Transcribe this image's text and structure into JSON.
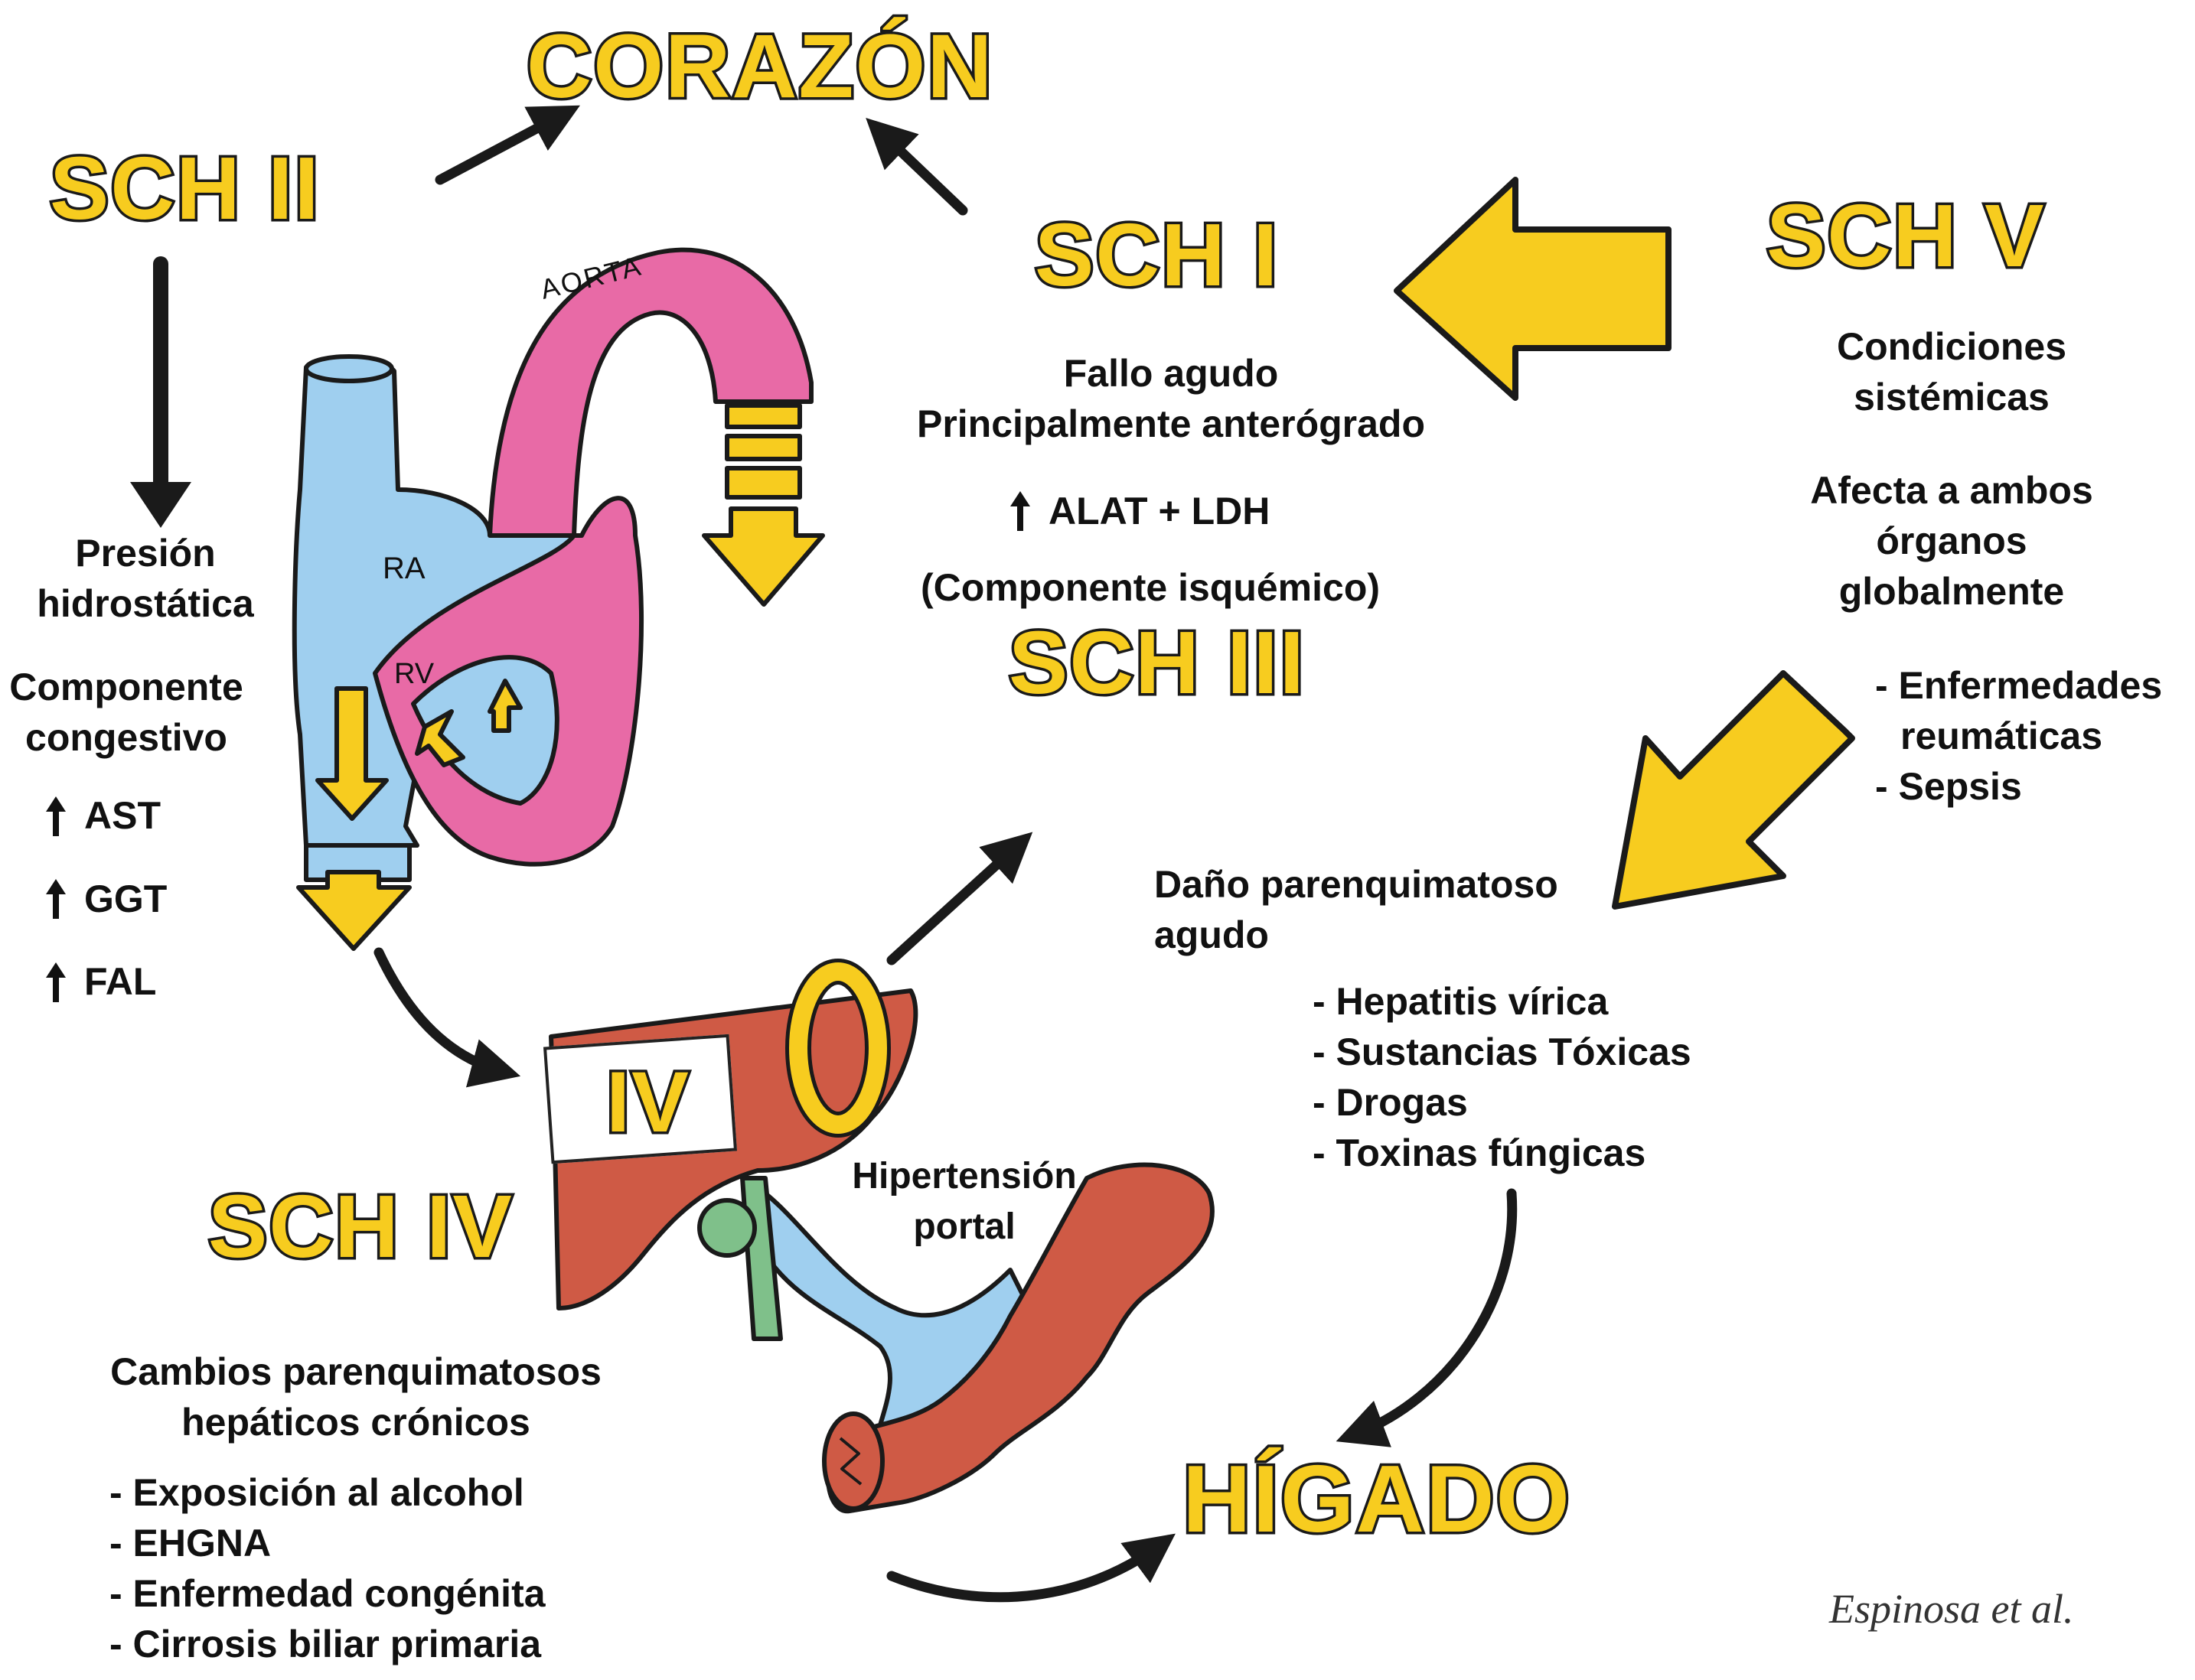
{
  "nodes": {
    "corazon": "CORAZÓN",
    "higado": "HÍGADO",
    "sch_i": "SCH I",
    "sch_ii": "SCH II",
    "sch_iii": "SCH III",
    "sch_iv": "SCH IV",
    "sch_v": "SCH V"
  },
  "heart_labels": {
    "aorta": "AORTA",
    "ra": "RA",
    "rv": "RV"
  },
  "liver_box_label": "IV",
  "sch_ii": {
    "line1": "Presión",
    "line2": "hidrostática",
    "comp1": "Componente",
    "comp2": "congestivo",
    "markers": [
      "AST",
      "GGT",
      "FAL"
    ]
  },
  "sch_i": {
    "line1": "Fallo agudo",
    "line2": "Principalmente anterógrado",
    "marker": "ALAT + LDH",
    "note": "(Componente isquémico)"
  },
  "sch_v": {
    "l1": "Condiciones",
    "l2": "sistémicas",
    "l3": "Afecta a ambos",
    "l4": "órganos",
    "l5": "globalmente",
    "list": [
      "- Enfermedades",
      "reumáticas",
      "- Sepsis"
    ]
  },
  "sch_iii": {
    "l1": "Daño parenquimatoso",
    "l2": "agudo",
    "list": [
      "- Hepatitis vírica",
      "- Sustancias Tóxicas",
      "- Drogas",
      "- Toxinas fúngicas"
    ]
  },
  "portal": {
    "l1": "Hipertensión",
    "l2": "portal"
  },
  "sch_iv": {
    "l1": "Cambios parenquimatosos",
    "l2": "hepáticos crónicos",
    "list": [
      "- Exposición al alcohol",
      "- EHGNA",
      "- Enfermedad congénita",
      "- Cirrosis biliar primaria"
    ]
  },
  "credit": "Espinosa et al.",
  "colors": {
    "yellow": "#f7cc1f",
    "blue": "#9fcfef",
    "pink": "#e86aa6",
    "liver": "#cf5a45",
    "green": "#7fc08a",
    "outline": "#1a1a1a"
  }
}
